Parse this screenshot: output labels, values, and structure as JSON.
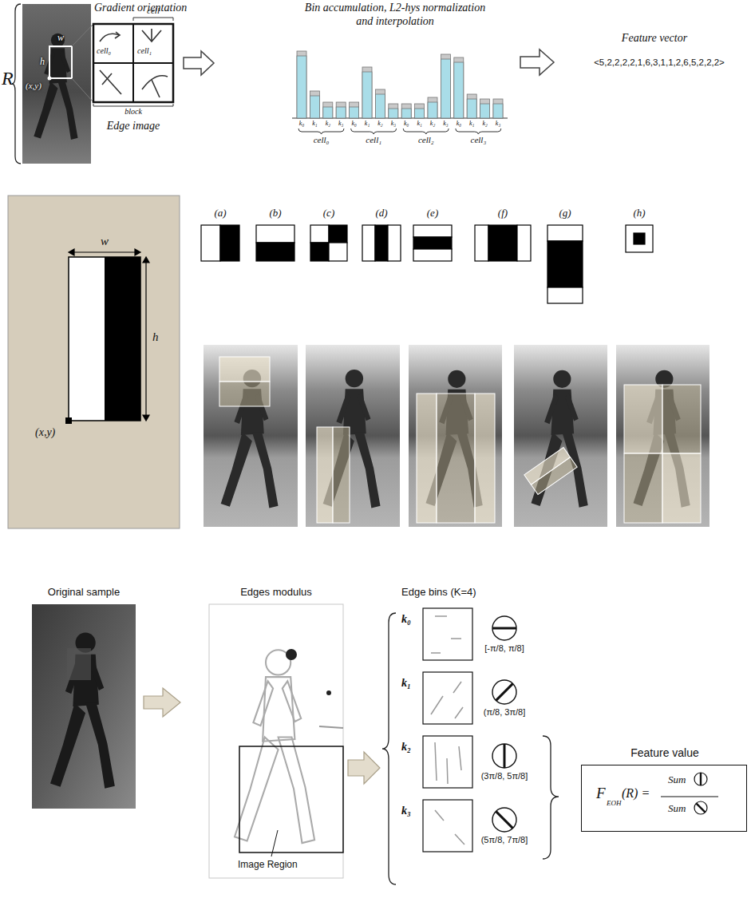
{
  "diagram": {
    "nodes": [
      {
        "text": [
          "Feature value",
          "F",
          "EOH",
          "(R) =",
          "Sum",
          "Sum"
        ]
      }
    ],
    "labels": [
      "R",
      "Gradient orientation",
      "w",
      "h",
      "(x,y)",
      "cell",
      "cell₀",
      "cell₁",
      "block",
      "Edge image",
      "Bin accumulation, L2-hys normalization and interpolation",
      "k₀",
      "k₁",
      "k₂",
      "k₃",
      "k₀",
      "k₁",
      "k₂",
      "k₃",
      "k₀",
      "k₁",
      "k₂",
      "k₃",
      "k₀",
      "k₁",
      "k₂",
      "k₃",
      "cell₀",
      "cell₁",
      "cell₂",
      "cell₃",
      "Feature vector",
      "<5,2,2,2,2,1,6,3,1,1,2,6,5,2,2,2>",
      "w",
      "h",
      "(x,y)",
      "(a)",
      "(b)",
      "(c)",
      "(d)",
      "(e)",
      "(f)",
      "(g)",
      "(h)",
      "Original sample",
      "Edges modulus",
      "Edge bins (K=4)",
      "k₀",
      "k₁",
      "k₂",
      "k₃",
      "[-π/8, π/8]",
      "(π/8, 3π/8]",
      "(3π/8, 5π/8]",
      "(5π/8, 7π/8]",
      "Image Region"
    ]
  }
}
